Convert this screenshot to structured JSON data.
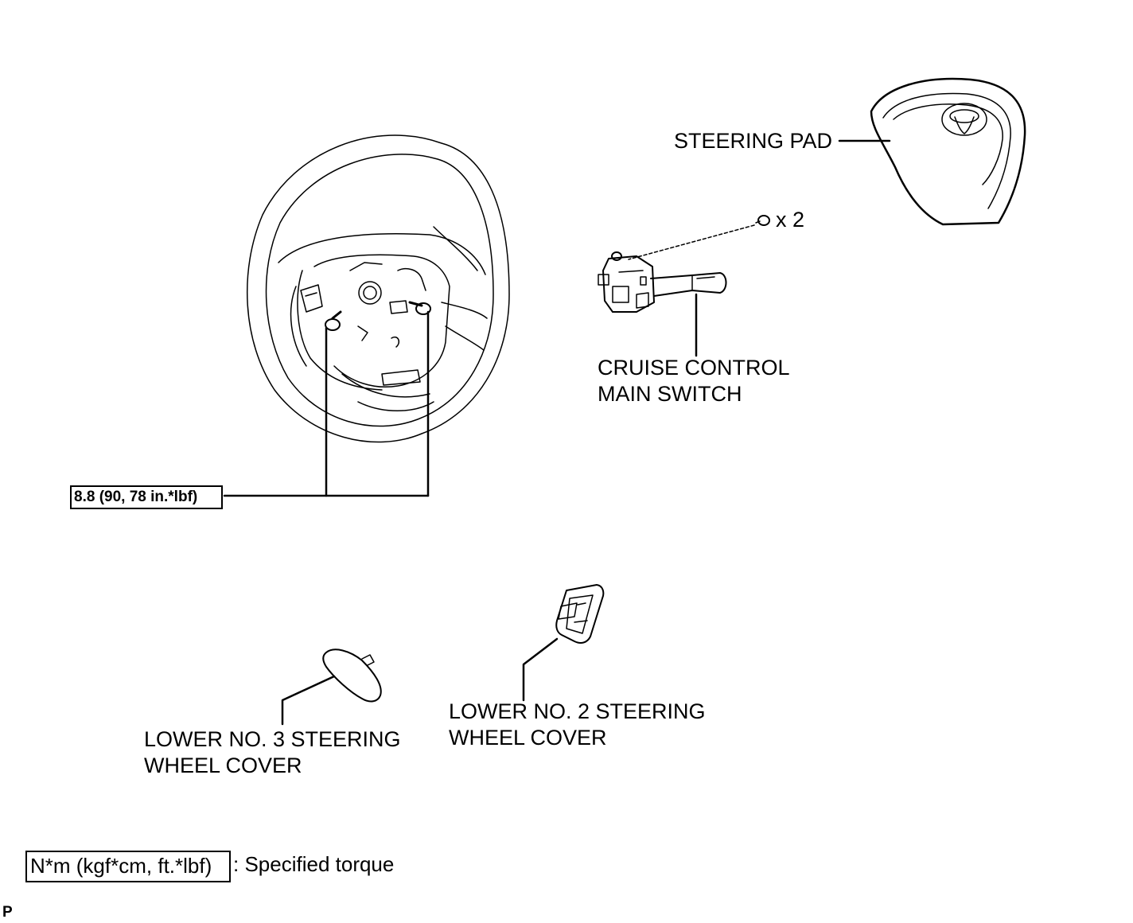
{
  "labels": {
    "steering_pad": "STEERING PAD",
    "bolt_count": "x 2",
    "cruise_line1": "CRUISE CONTROL",
    "cruise_line2": "MAIN SWITCH",
    "torque_value": "8.8 (90, 78 in.*lbf)",
    "no3_line1": "LOWER NO. 3 STEERING",
    "no3_line2": "WHEEL COVER",
    "no2_line1": "LOWER NO. 2 STEERING",
    "no2_line2": "WHEEL COVER"
  },
  "legend": {
    "unit": "N*m (kgf*cm, ft.*lbf)",
    "description": ": Specified torque"
  },
  "corner_mark": "P"
}
